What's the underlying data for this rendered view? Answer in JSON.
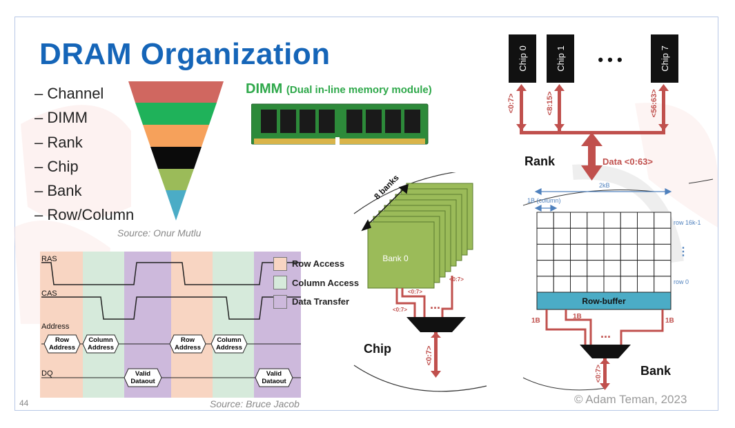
{
  "slide": {
    "title": "DRAM Organization",
    "slide_number": "44",
    "copyright": "© Adam Teman, 2023",
    "hierarchy": [
      "Channel",
      "DIMM",
      "Rank",
      "Chip",
      "Bank",
      "Row/Column"
    ],
    "hierarchy_colors": [
      "#d06760",
      "#1fb25a",
      "#f6a15b",
      "#0b0b0b",
      "#9bbb59",
      "#4bacc6"
    ],
    "source_top": "Source: Onur Mutlu",
    "source_bottom": "Source: Bruce Jacob"
  },
  "dimm": {
    "title": "DIMM",
    "subtitle": "(Dual in-line memory module)"
  },
  "timing": {
    "signals": [
      "RAS",
      "CAS",
      "Address",
      "DQ"
    ],
    "address_boxes": [
      [
        "Row",
        "Address"
      ],
      [
        "Column",
        "Address"
      ],
      [
        "Row",
        "Address"
      ],
      [
        "Column",
        "Address"
      ]
    ],
    "dq_boxes": [
      [
        "Valid",
        "Dataout"
      ],
      [
        "Valid",
        "Dataout"
      ]
    ],
    "phase_colors": {
      "row": "#f8d5c2",
      "column": "#d6eadb",
      "data": "#cdb9dc"
    }
  },
  "legend": [
    {
      "label": "Row Access",
      "color": "#f8d5c2"
    },
    {
      "label": "Column Access",
      "color": "#d6eadb"
    },
    {
      "label": "Data Transfer",
      "color": "#cdb9dc"
    }
  ],
  "rank": {
    "chips": [
      "Chip 0",
      "Chip 1",
      "Chip 7"
    ],
    "ellipsis": "• • •",
    "bit_labels": [
      "<0:7>",
      "<8:15>",
      "<56:63>"
    ],
    "label": "Rank",
    "data_label": "Data <0:63>"
  },
  "chip": {
    "banks_label": "8 banks",
    "bank_label": "Bank 0",
    "bit_label": "<0:7>",
    "dots": "...",
    "label": "Chip"
  },
  "bank": {
    "width_label": "2kB",
    "column_label": "1B (column)",
    "row_top": "row 16k-1",
    "row_dots": "⋮",
    "row_bottom": "row 0",
    "row_buffer": "Row-buffer",
    "byte_label": "1B",
    "dots": "...",
    "bit_label": "<0:7>",
    "label": "Bank"
  },
  "colors": {
    "title": "#1565b8",
    "arrow": "#c0504d",
    "blue": "#4f81bd",
    "row_buffer": "#4bacc6",
    "bank_green": "#9bbb59"
  }
}
